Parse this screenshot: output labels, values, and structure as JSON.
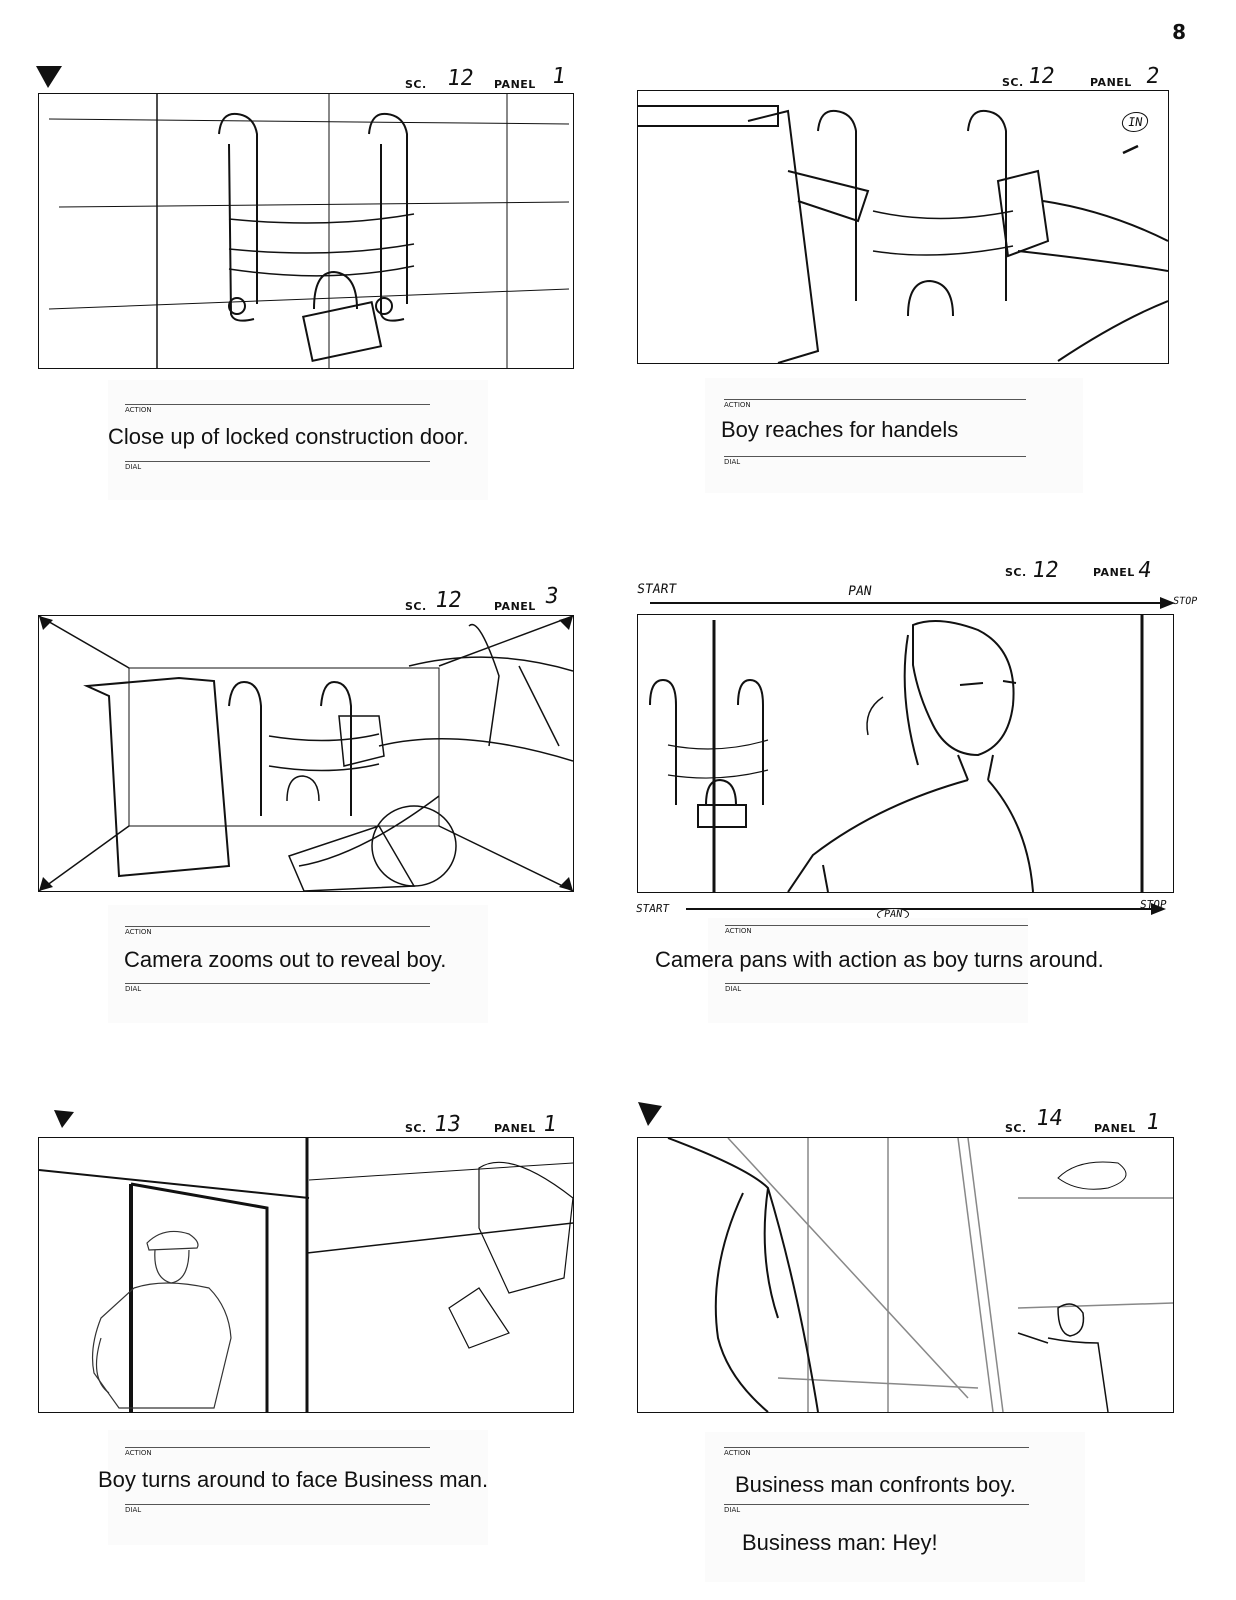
{
  "page": {
    "number": "8"
  },
  "labels": {
    "sc": "SC.",
    "panel": "PANEL",
    "action": "ACTION",
    "dial": "DIAL"
  },
  "panels": [
    {
      "scene": "12",
      "panel": "1",
      "action": "Close up of locked construction door.",
      "dialogue": ""
    },
    {
      "scene": "12",
      "panel": "2",
      "action": "Boy reaches for handels",
      "dialogue": "",
      "note": "IN"
    },
    {
      "scene": "12",
      "panel": "3",
      "action": "Camera zooms out to reveal boy.",
      "dialogue": ""
    },
    {
      "scene": "12",
      "panel": "4",
      "action": "Camera pans with action as boy turns around.",
      "dialogue": "",
      "pan": {
        "start": "START",
        "pan": "PAN",
        "stop": "STOP",
        "start2": "START",
        "pan2": "PAN",
        "stop2": "STOP"
      }
    },
    {
      "scene": "13",
      "panel": "1",
      "action": "Boy turns around to face Business man.",
      "dialogue": ""
    },
    {
      "scene": "14",
      "panel": "1",
      "action": "Business man confronts boy.",
      "dialogue": "Business man: Hey!"
    }
  ]
}
